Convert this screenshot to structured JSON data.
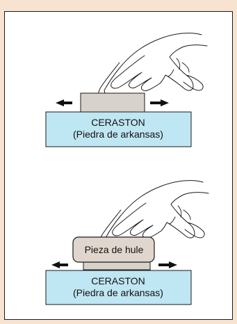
{
  "panels": [
    {
      "stone_line1": "CERASTON",
      "stone_line2": "(Piedra de arkansas)"
    },
    {
      "rubber_label": "Pieza de hule",
      "stone_line1": "CERASTON",
      "stone_line2": "(Piedra de arkansas)"
    }
  ],
  "colors": {
    "page_background": "#f7e3d0",
    "stone": "#bfe6f3",
    "workpiece": "#d8d2cc",
    "rubber_piece": "#e0d6cd",
    "arrow": "#111111"
  },
  "icons": [
    "hand-icon",
    "arrow-left-icon",
    "arrow-right-icon"
  ]
}
